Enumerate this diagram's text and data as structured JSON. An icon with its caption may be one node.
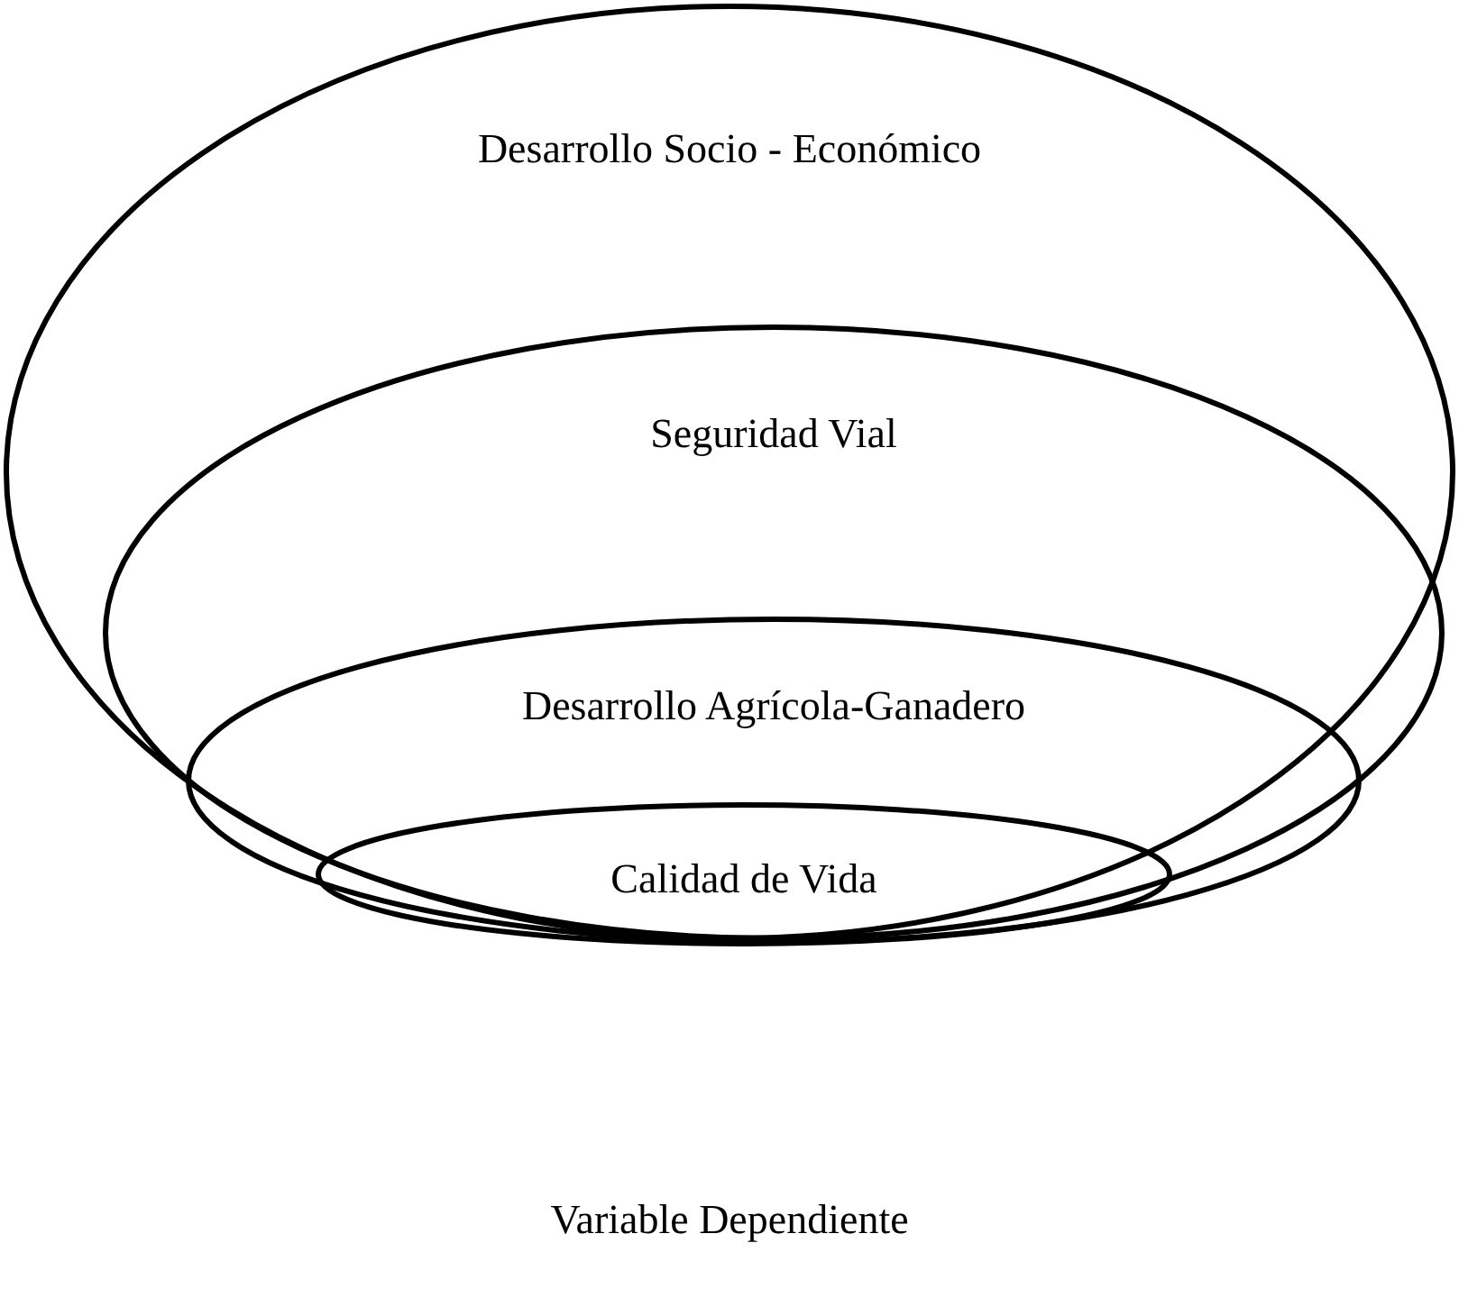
{
  "diagram": {
    "caption": "Variable Dependiente",
    "nodes": [
      {
        "text": [
          "Desarrollo Socio - Económico"
        ]
      },
      {
        "text": [
          "Seguridad Vial"
        ],
        "in": 0
      },
      {
        "text": [
          "Desarrollo Agrícola-Ganadero"
        ],
        "in": 1
      },
      {
        "text": [
          "Calidad de Vida"
        ],
        "in": 2
      }
    ],
    "edges": []
  }
}
